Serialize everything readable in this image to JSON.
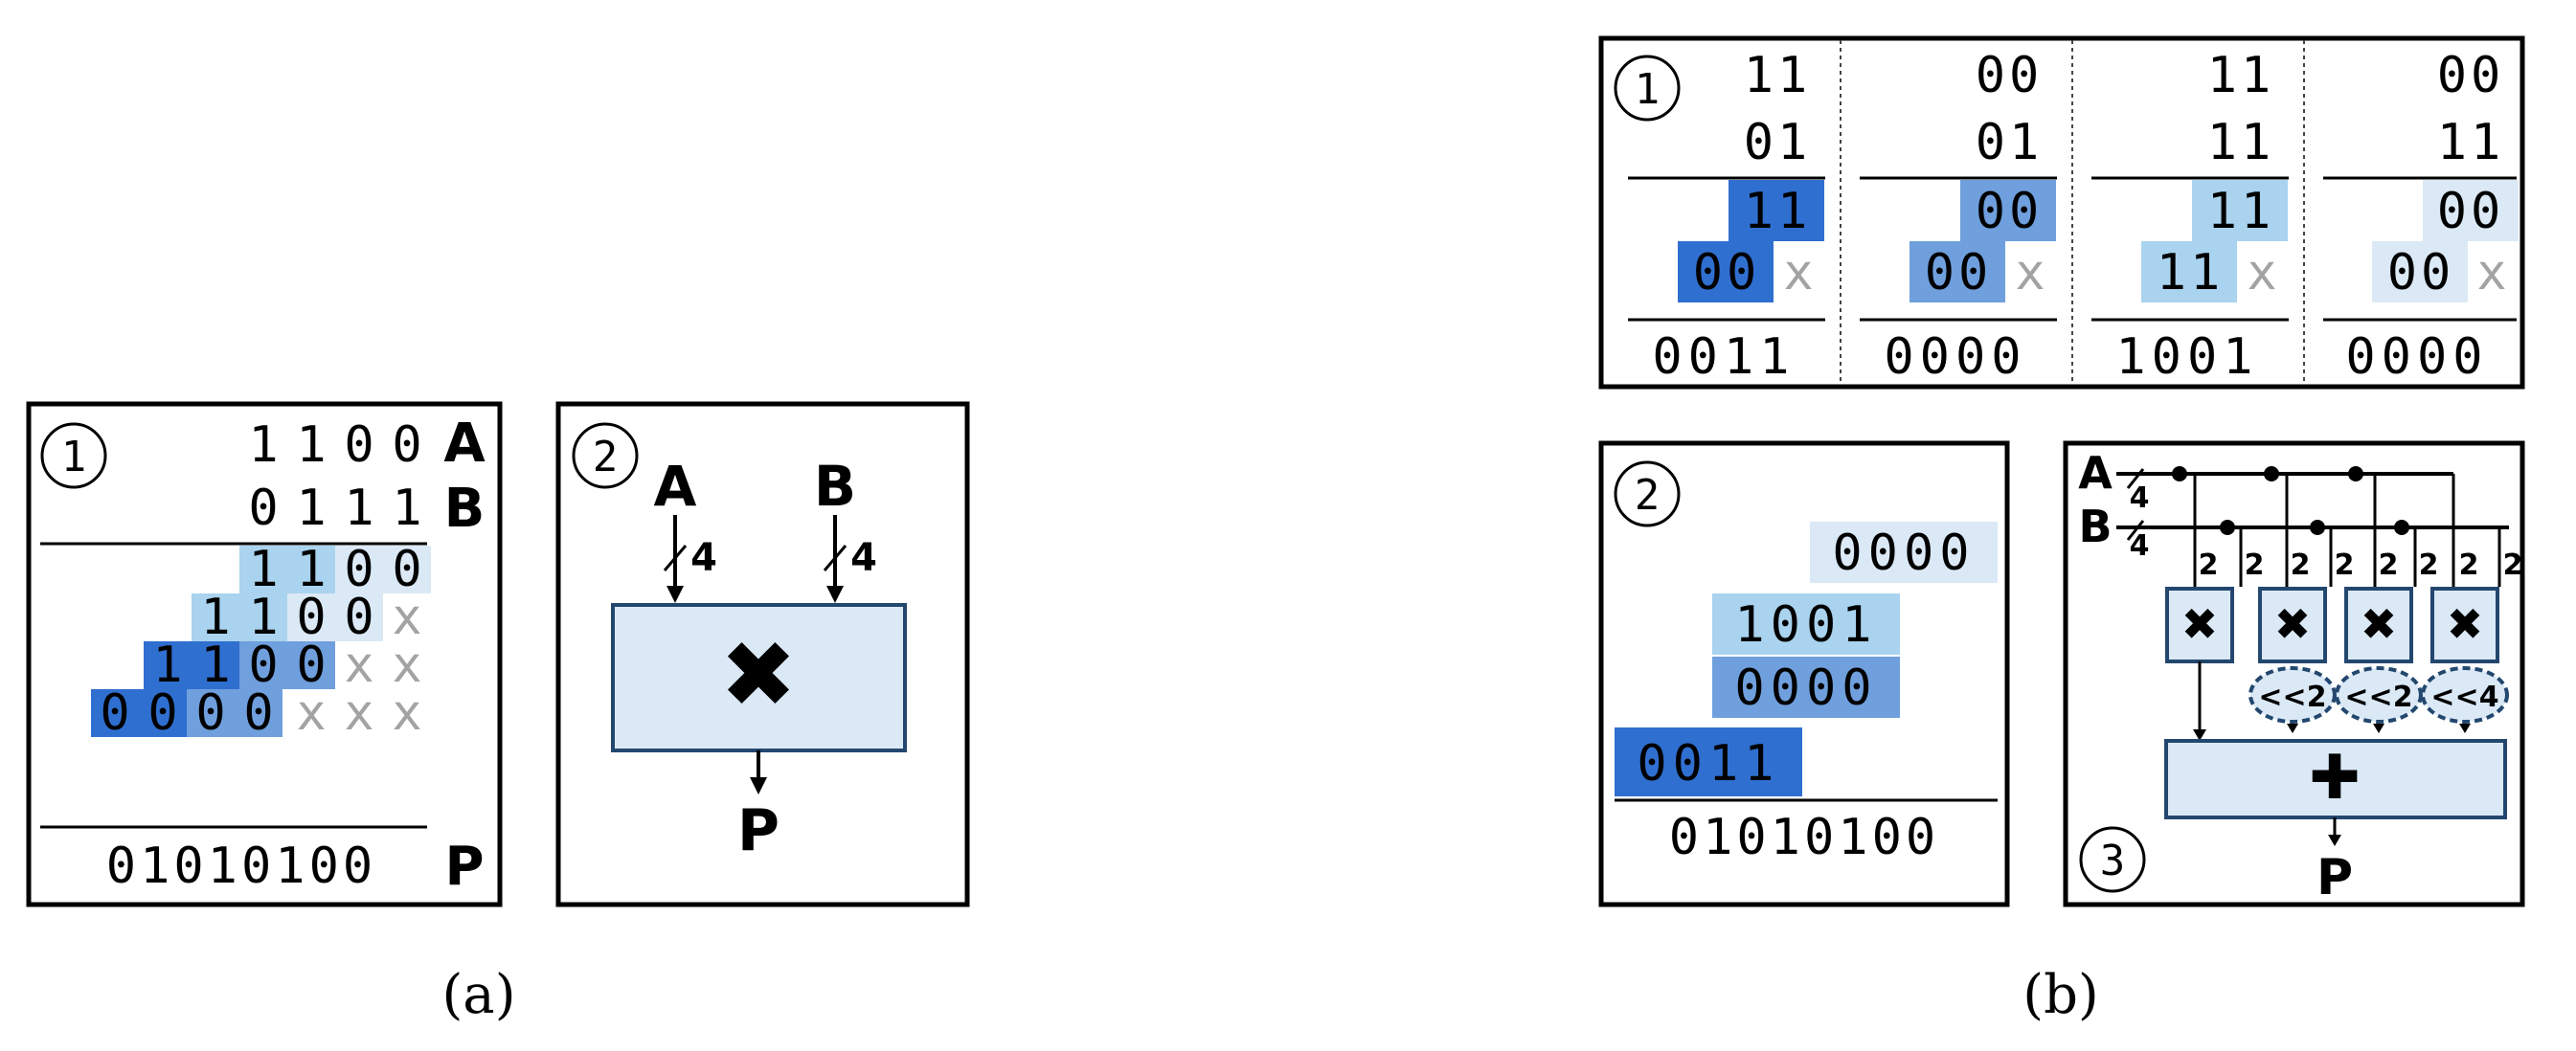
{
  "colors": {
    "dark": "#2f6fd0",
    "mid": "#6f9fdd",
    "light": "#a9d3ee",
    "pale": "#dbe9f6",
    "boxFill": "#dbe9f6",
    "boxStroke": "#23476e",
    "xGray": "#a3a3a3"
  },
  "panel_a": {
    "caption": "(a)",
    "step1": {
      "marker": "1",
      "a_bits": "1100",
      "a_label": "A",
      "b_bits": "0111",
      "b_label": "B",
      "partials": [
        {
          "bits": "1100",
          "pad": ""
        },
        {
          "bits": "1100",
          "pad": "x"
        },
        {
          "bits": "1100",
          "pad": "xx"
        },
        {
          "bits": "0000",
          "pad": "xxx"
        }
      ],
      "product_bits": "01010100",
      "product_label": "P"
    },
    "step2": {
      "marker": "2",
      "input_a": "A",
      "input_b": "B",
      "width_a": "4",
      "width_b": "4",
      "op_symbol": "✖",
      "output": "P"
    }
  },
  "panel_b": {
    "caption": "(b)",
    "step1": {
      "marker": "1",
      "blocks": [
        {
          "a": "11",
          "b": "01",
          "p1": "11",
          "p2": "00",
          "x": "x",
          "result": "0011"
        },
        {
          "a": "00",
          "b": "01",
          "p1": "00",
          "p2": "00",
          "x": "x",
          "result": "0000"
        },
        {
          "a": "11",
          "b": "11",
          "p1": "11",
          "p2": "11",
          "x": "x",
          "result": "1001"
        },
        {
          "a": "00",
          "b": "11",
          "p1": "00",
          "p2": "00",
          "x": "x",
          "result": "0000"
        }
      ]
    },
    "step2": {
      "marker": "2",
      "rows": [
        "0000",
        "1001",
        "0000",
        "0011"
      ],
      "sum": "01010100"
    },
    "step3": {
      "marker": "3",
      "input_a": "A",
      "input_b": "B",
      "width_a": "4",
      "width_b": "4",
      "lane_width": "2",
      "mult_symbol": "✖",
      "shifts": [
        "<<2",
        "<<2",
        "<<4"
      ],
      "add_symbol": "✚",
      "output": "P"
    }
  }
}
